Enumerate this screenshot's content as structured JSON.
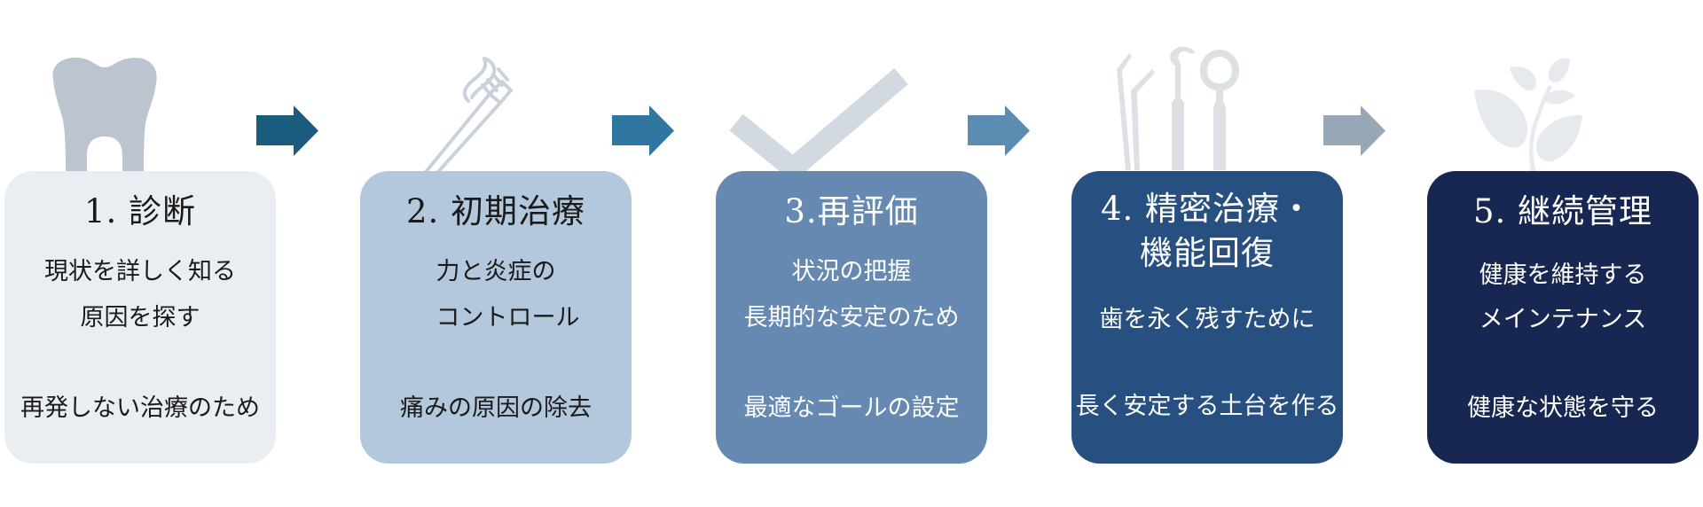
{
  "steps": [
    {
      "title": "1. 診断",
      "lines": [
        "現状を詳しく知る",
        "原因を探す"
      ],
      "footer": "再発しない治療のため",
      "icon": "tooth-icon",
      "card_color": "#e9eef3",
      "text_color": "#1a1a1a"
    },
    {
      "title": "2. 初期治療",
      "lines": [
        "力と炎症の",
        "　コントロール"
      ],
      "footer": "痛みの原因の除去",
      "icon": "toothbrush-icon",
      "card_color": "#b3c8dc",
      "text_color": "#1a1a1a"
    },
    {
      "title": "3.再評価",
      "lines": [
        "状況の把握",
        "長期的な安定のため"
      ],
      "footer": "最適なゴールの設定",
      "icon": "checkmark-icon",
      "card_color": "#6589b1",
      "text_color": "#ffffff"
    },
    {
      "title_lines": [
        "4. 精密治療・",
        "機能回復"
      ],
      "lines": [
        "歯を永く残すために"
      ],
      "footer": "長く安定する土台を作る",
      "icon": "dental-tools-icon",
      "card_color": "#274f80",
      "text_color": "#ffffff"
    },
    {
      "title": "5. 継続管理",
      "lines": [
        "健康を維持する",
        "メインテナンス"
      ],
      "footer": "健康な状態を守る",
      "icon": "plant-sprout-icon",
      "card_color": "#172751",
      "text_color": "#ffffff"
    }
  ],
  "arrows": [
    {
      "icon": "arrow-right-icon",
      "color": "#1a5b7e"
    },
    {
      "icon": "arrow-right-icon",
      "color": "#2f77a0"
    },
    {
      "icon": "arrow-right-icon",
      "color": "#5b8db3"
    },
    {
      "icon": "arrow-right-icon",
      "color": "#97a7b5"
    }
  ],
  "icon_colors": {
    "tooth": "#bcc5cf",
    "toothbrush": "#c9d2db",
    "checkmark": "#d3d9e0",
    "tools": "#dde1e6",
    "plant": "#e6e9ed"
  }
}
